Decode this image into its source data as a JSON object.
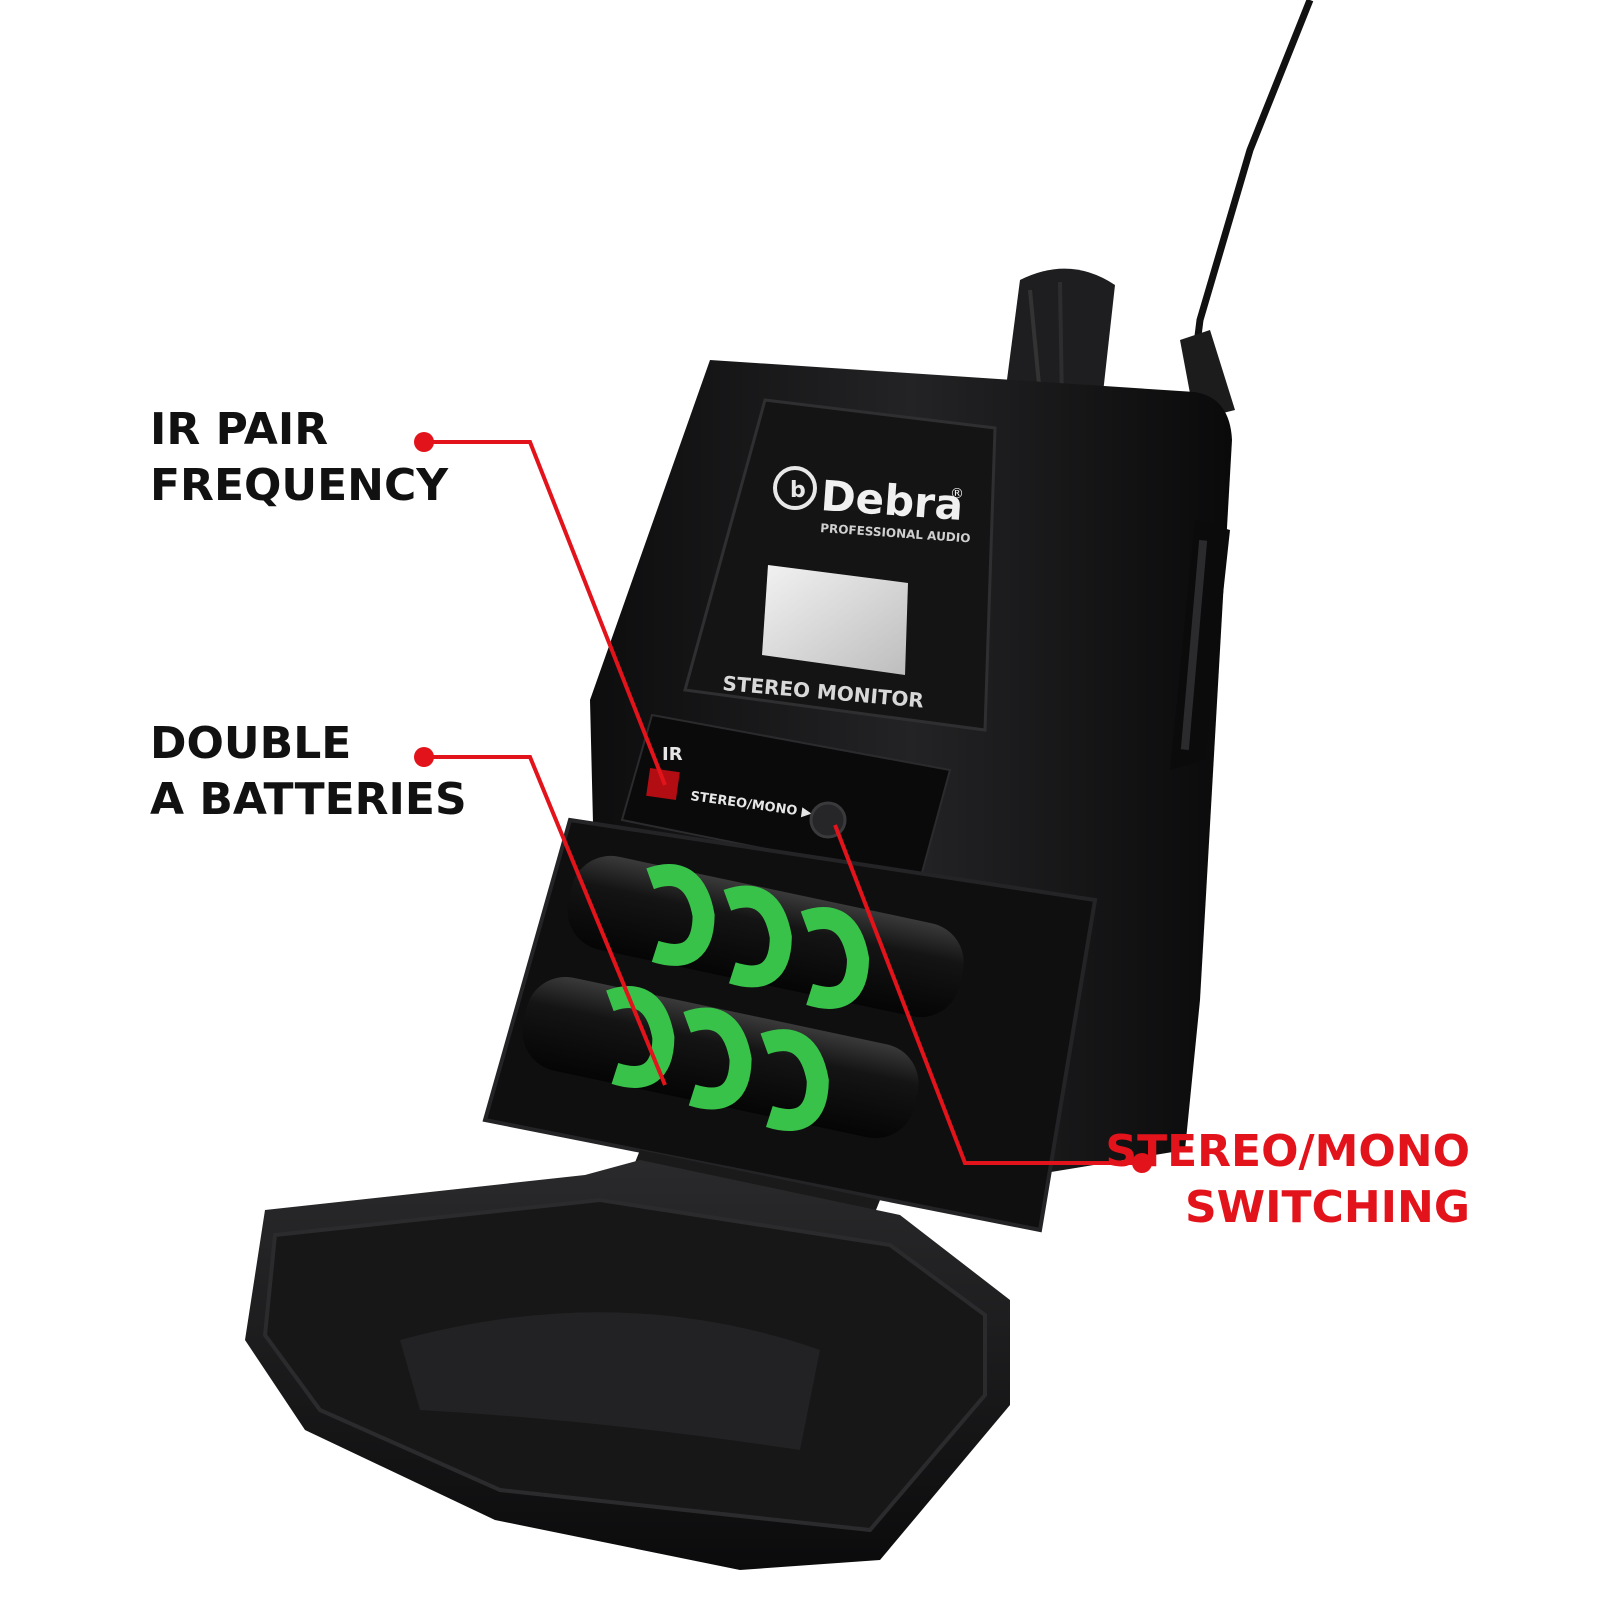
{
  "callouts": {
    "ir_pair": {
      "line1": "IR PAIR",
      "line2": "FREQUENCY"
    },
    "batteries": {
      "line1": "DOUBLE",
      "line2": "A BATTERIES"
    },
    "stereo_mono": {
      "line1": "STEREO/MONO",
      "line2": "SWITCHING"
    }
  },
  "device": {
    "brand": "Debra",
    "brand_mark": "®",
    "brand_sub": "PROFESSIONAL AUDIO",
    "panel_label": "STEREO MONITOR",
    "ir_label": "IR",
    "switch_label": "STEREO/MONO ▶"
  },
  "colors": {
    "accent_red": "#e3131b",
    "device_black": "#1a1a1c",
    "battery_green": "#39c24a"
  }
}
